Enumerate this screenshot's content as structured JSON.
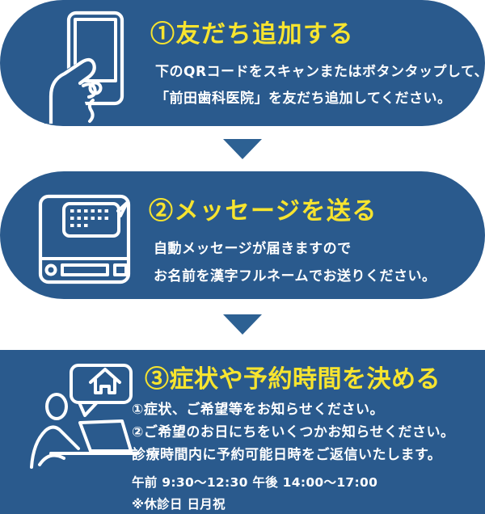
{
  "colors": {
    "panel_blue": "#2a5a8d",
    "arrow_blue": "#2d6193",
    "heading_yellow": "#f7e42f",
    "body_text": "#ffffff",
    "background": "#ffffff"
  },
  "steps": [
    {
      "heading": "①友だち追加する",
      "icon": "smartphone-in-hand-icon",
      "lines": [
        "下のQRコードをスキャンまたはボタンタップして、",
        "「前田歯科医院」を友だち追加してください。"
      ]
    },
    {
      "heading": "②メッセージを送る",
      "icon": "fax-answering-machine-icon",
      "lines": [
        "自動メッセージが届きますので",
        "お名前を漢字フルネームでお送りください。"
      ]
    },
    {
      "heading": "③症状や予約時間を決める",
      "icon": "person-laptop-chat-icon",
      "lines": [
        "①症状、ご希望等をお知らせください。",
        "②ご希望のお日にちをいくつかお知らせください。",
        "診療時間内に予約可能日時をご返信いたします。"
      ],
      "sub_lines": [
        "午前 9:30～12:30 午後 14:00～17:00",
        "※休診日 日月祝"
      ]
    }
  ],
  "arrows": [
    {
      "icon": "down-arrow-icon"
    },
    {
      "icon": "down-arrow-icon"
    }
  ]
}
